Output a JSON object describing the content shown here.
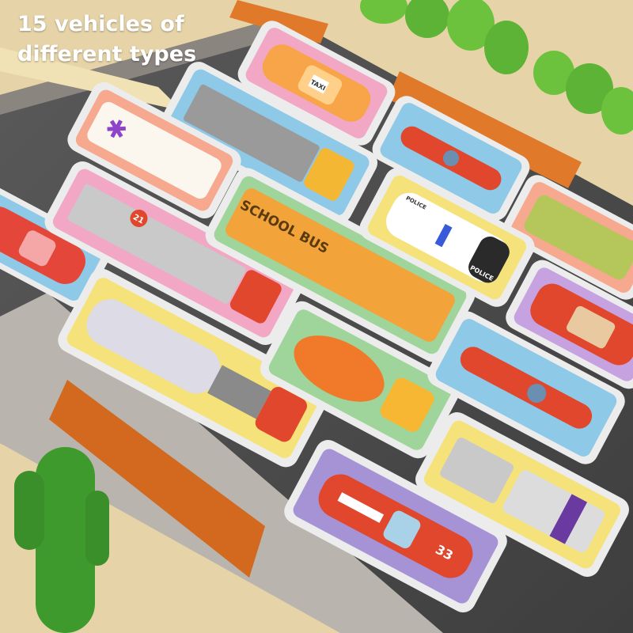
{
  "caption": {
    "line1": "15 vehicles of",
    "line2": "different types"
  },
  "labels": {
    "school_bus": "SCHOOL BUS",
    "police_roof": "POLICE",
    "police_door": "POLICE",
    "taxi_sign": "TAXI",
    "fire_number": "21",
    "race_number": "33"
  },
  "colors": {
    "background": "#e6d4a8",
    "road": "#4a4a4a",
    "curb": "#e07a2a",
    "tree": "#6cc23c",
    "cactus": "#3f9a2e"
  }
}
